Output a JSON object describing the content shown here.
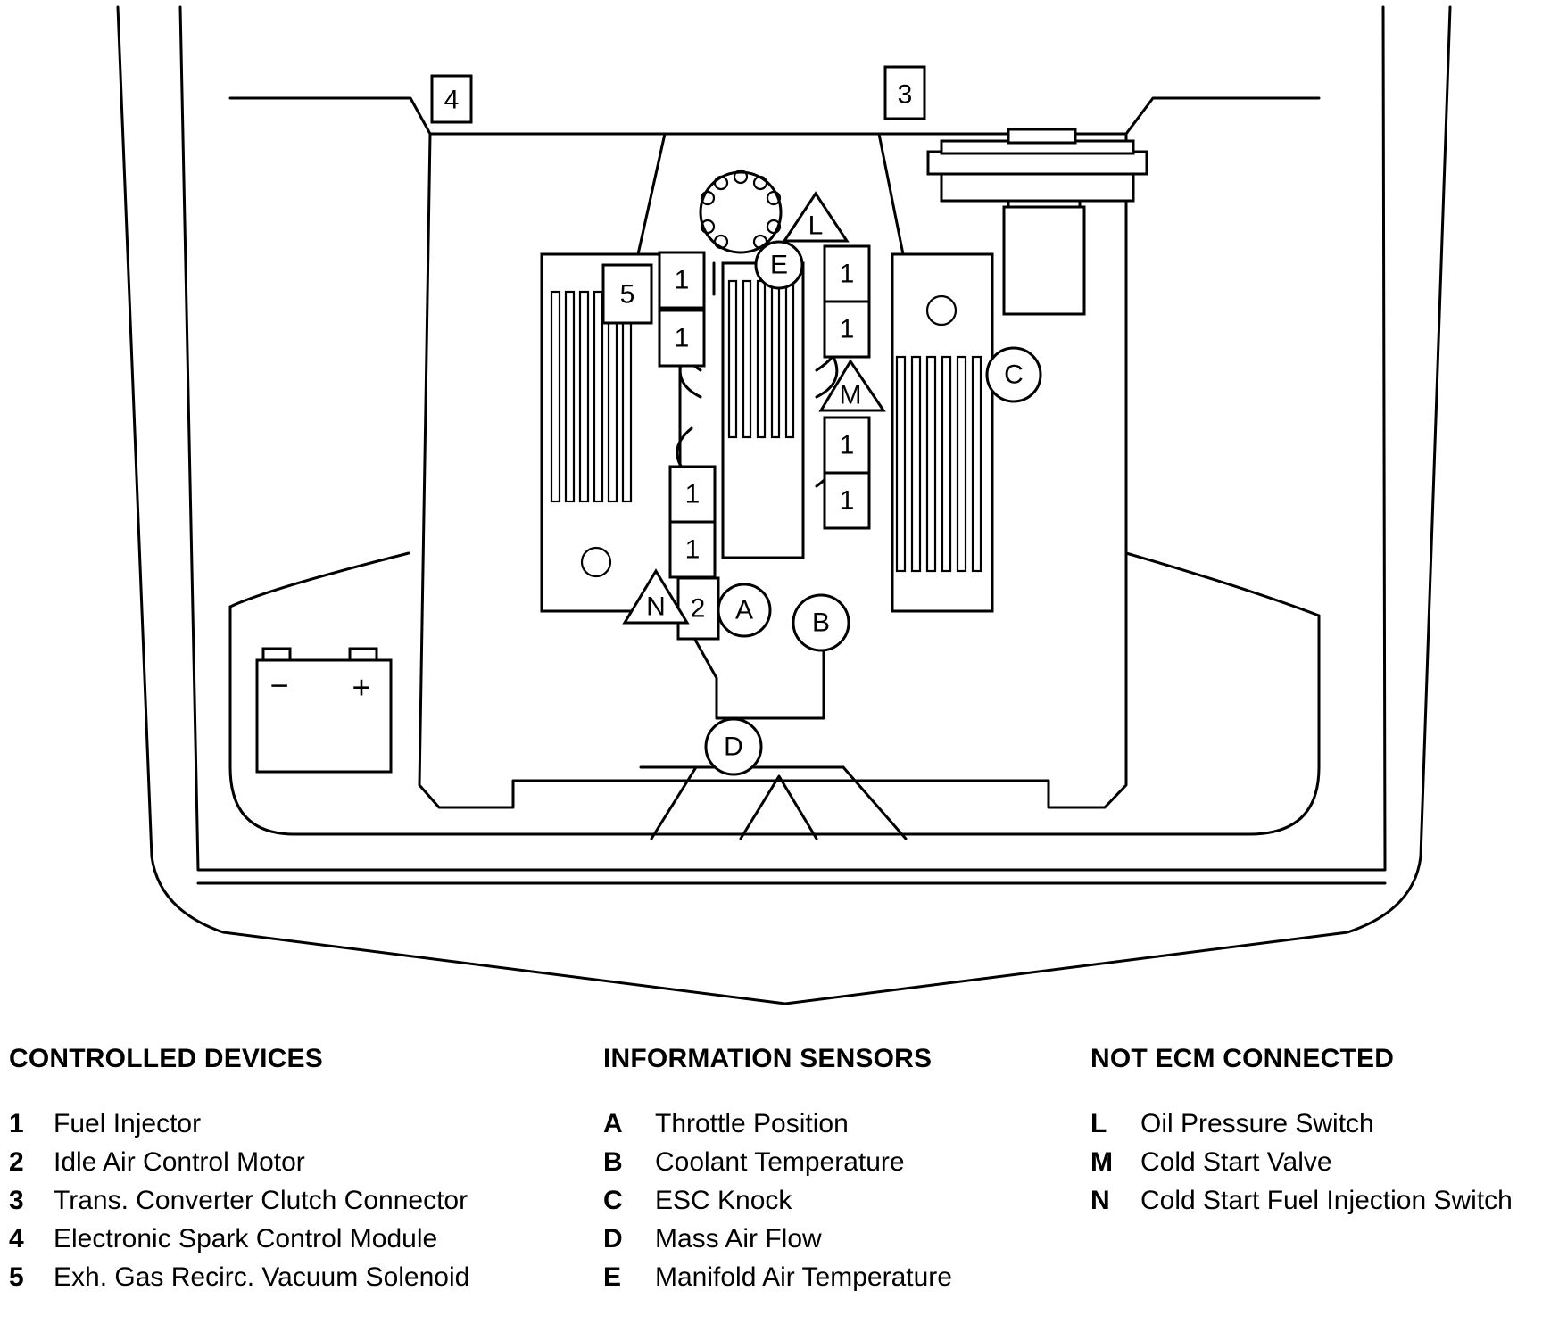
{
  "callouts": {
    "controlled": [
      "1",
      "2",
      "3",
      "4",
      "5"
    ],
    "sensors": [
      "A",
      "B",
      "C",
      "D",
      "E"
    ],
    "not_ecm": [
      "L",
      "M",
      "N"
    ]
  },
  "battery": {
    "neg": "−",
    "pos": "+"
  },
  "legend": {
    "controlled_devices": {
      "title": "CONTROLLED DEVICES",
      "items": [
        {
          "key": "1",
          "label": "Fuel Injector"
        },
        {
          "key": "2",
          "label": "Idle Air Control Motor"
        },
        {
          "key": "3",
          "label": "Trans. Converter Clutch Connector"
        },
        {
          "key": "4",
          "label": "Electronic Spark Control Module"
        },
        {
          "key": "5",
          "label": "Exh. Gas Recirc. Vacuum Solenoid"
        }
      ]
    },
    "information_sensors": {
      "title": "INFORMATION SENSORS",
      "items": [
        {
          "key": "A",
          "label": "Throttle Position"
        },
        {
          "key": "B",
          "label": "Coolant Temperature"
        },
        {
          "key": "C",
          "label": "ESC Knock"
        },
        {
          "key": "D",
          "label": "Mass Air Flow"
        },
        {
          "key": "E",
          "label": "Manifold Air Temperature"
        }
      ]
    },
    "not_ecm_connected": {
      "title": "NOT ECM CONNECTED",
      "items": [
        {
          "key": "L",
          "label": "Oil Pressure Switch"
        },
        {
          "key": "M",
          "label": "Cold Start Valve"
        },
        {
          "key": "N",
          "label": "Cold Start Fuel Injection Switch"
        }
      ]
    }
  }
}
